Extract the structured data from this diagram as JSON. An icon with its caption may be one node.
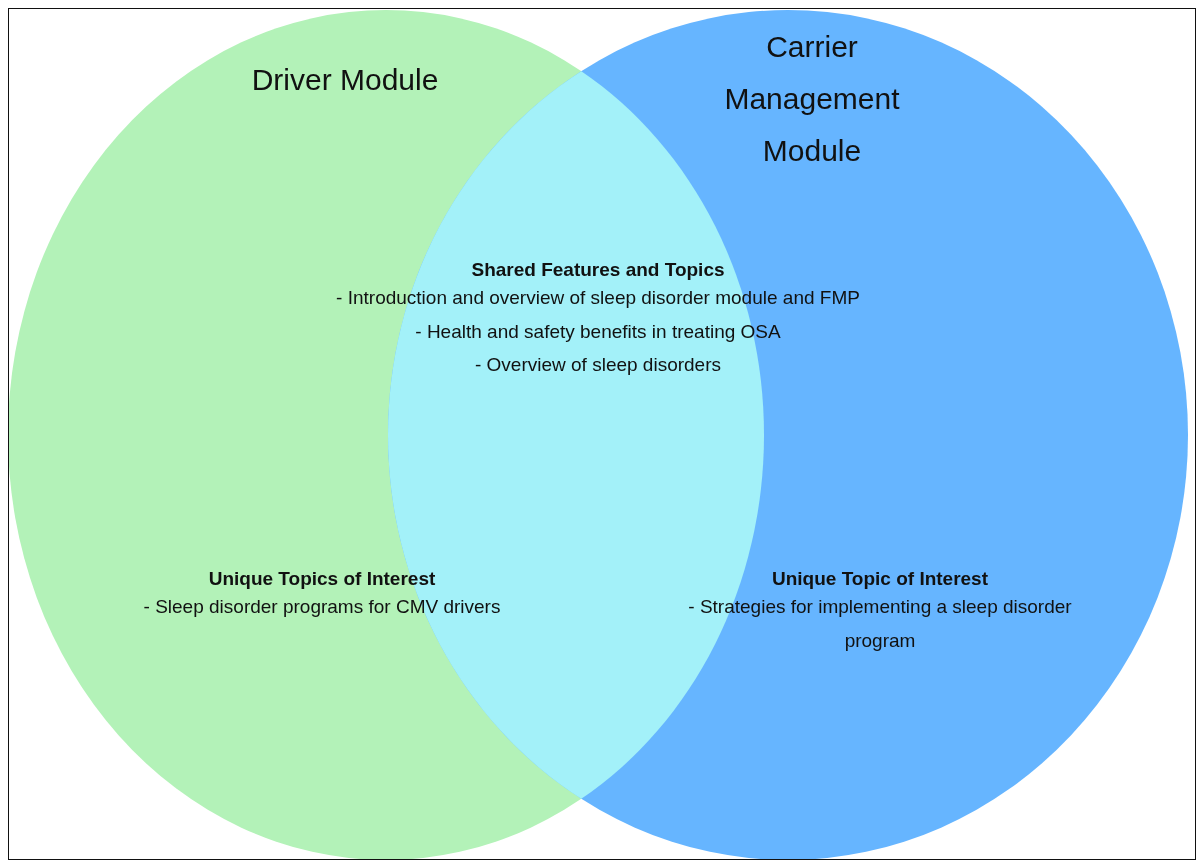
{
  "diagram": {
    "nodes": [
      {
        "text": [
          "Driver Module",
          "Unique Topics of Interest",
          "- Sleep disorder programs for CMV drivers"
        ]
      },
      {
        "text": [
          "Carrier Management Module",
          "Unique Topic of Interest",
          "- Strategies for implementing a sleep disorder program"
        ]
      },
      {
        "text": [
          "Shared Features and Topics",
          "- Introduction and overview of sleep disorder module and FMP",
          "- Health and safety benefits in treating OSA",
          "- Overview of sleep disorders"
        ]
      }
    ]
  }
}
